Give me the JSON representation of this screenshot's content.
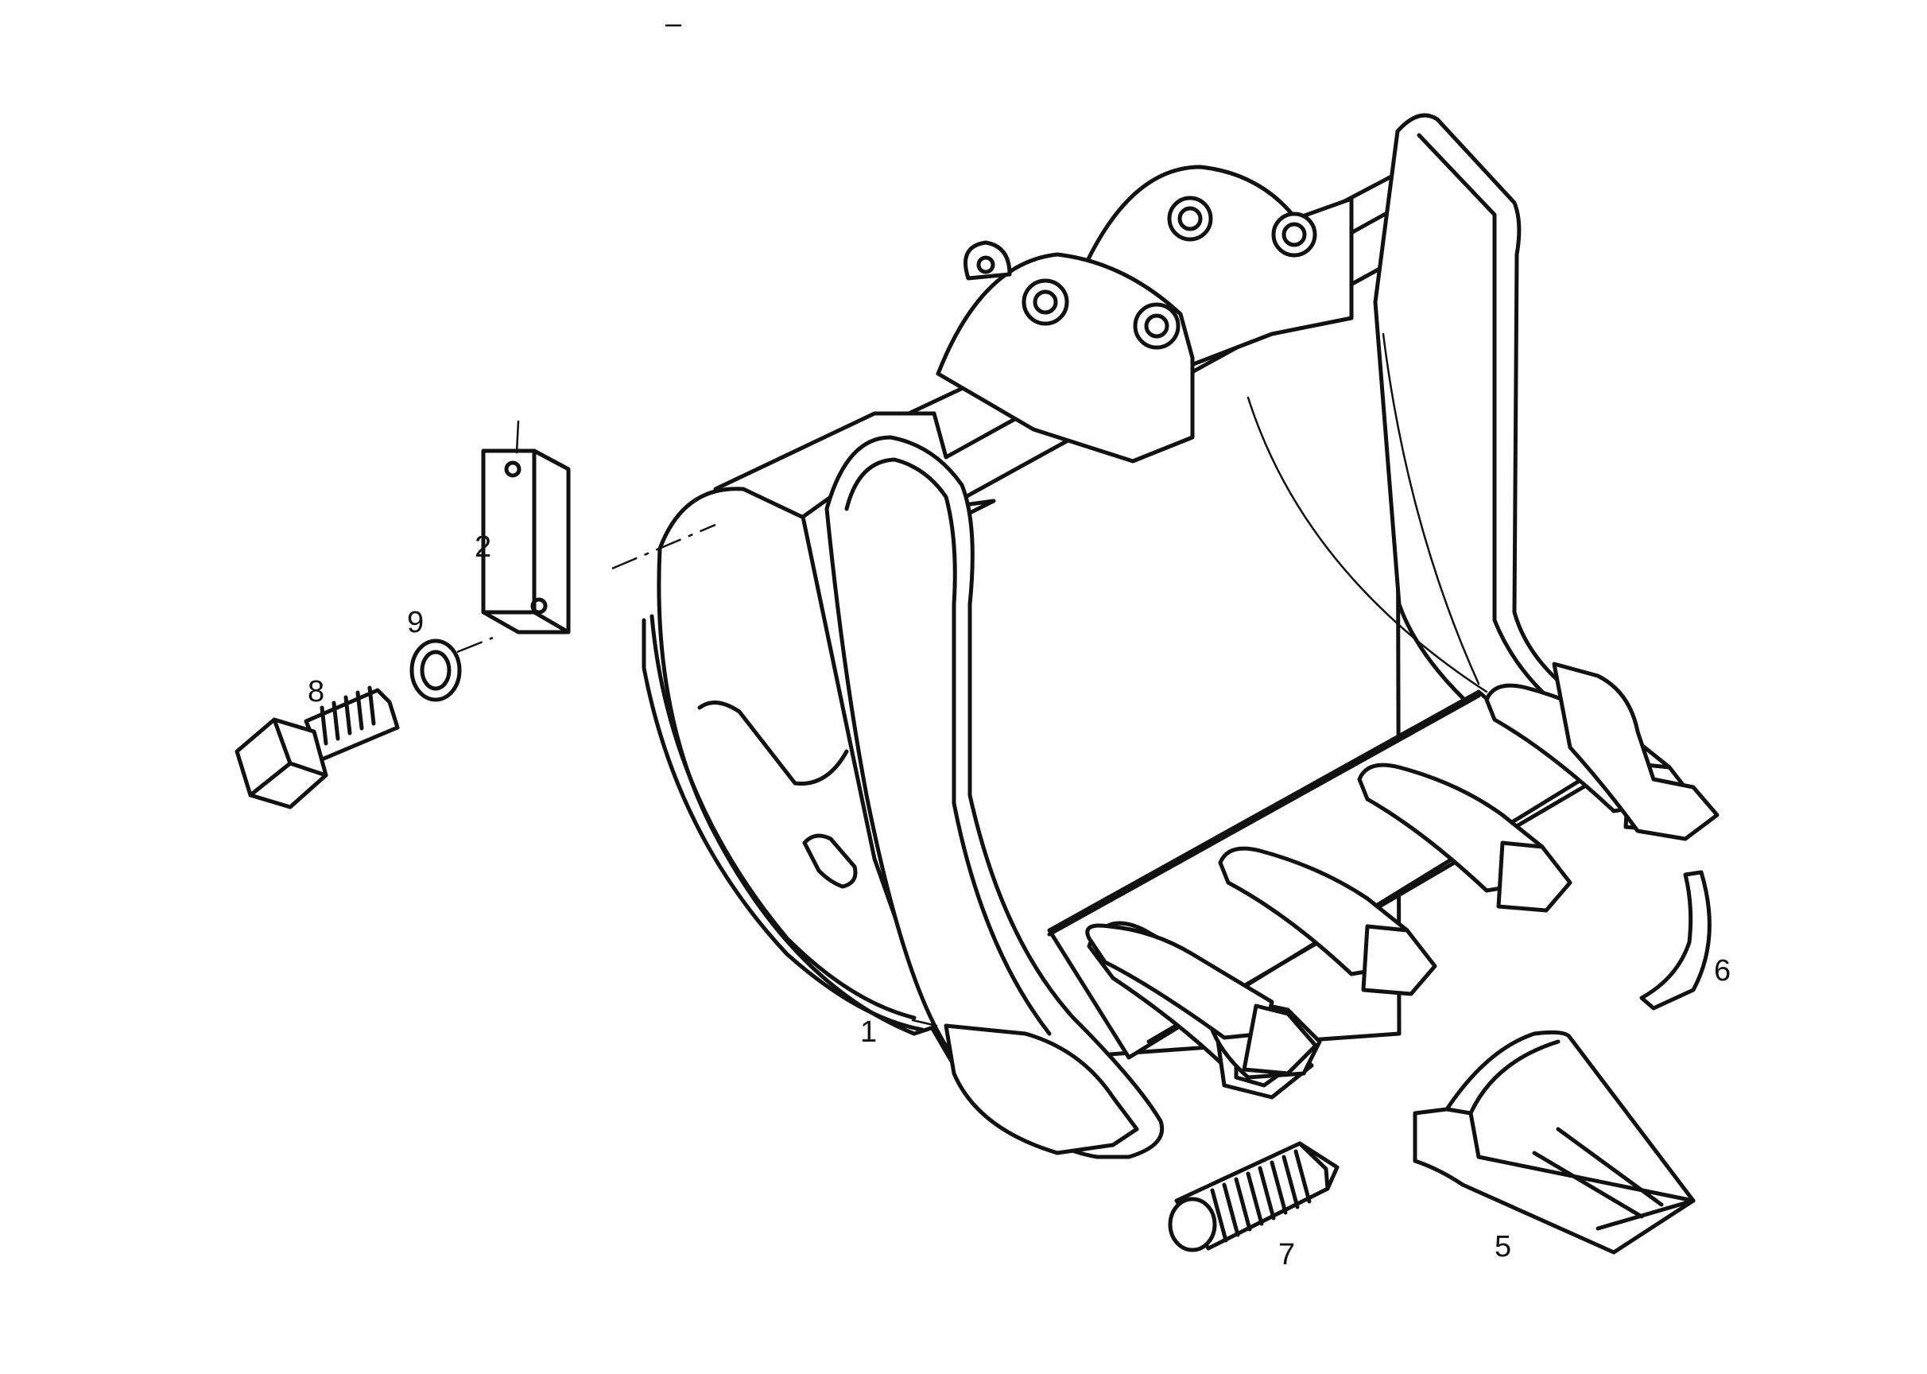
{
  "diagram": {
    "callouts": [
      {
        "id": "1",
        "label": "1"
      },
      {
        "id": "2",
        "label": "2"
      },
      {
        "id": "5",
        "label": "5"
      },
      {
        "id": "6",
        "label": "6"
      },
      {
        "id": "7",
        "label": "7"
      },
      {
        "id": "8",
        "label": "8"
      },
      {
        "id": "9",
        "label": "9"
      }
    ]
  }
}
